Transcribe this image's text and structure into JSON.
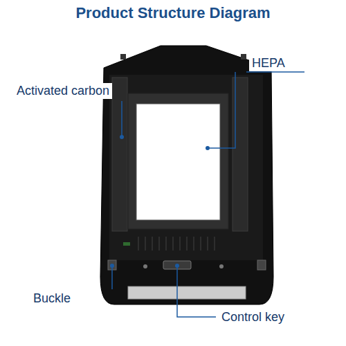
{
  "diagram": {
    "title": "Product Structure Diagram",
    "labels": [
      "Activated carbon",
      "HEPA",
      "Buckle",
      "Control key"
    ]
  }
}
